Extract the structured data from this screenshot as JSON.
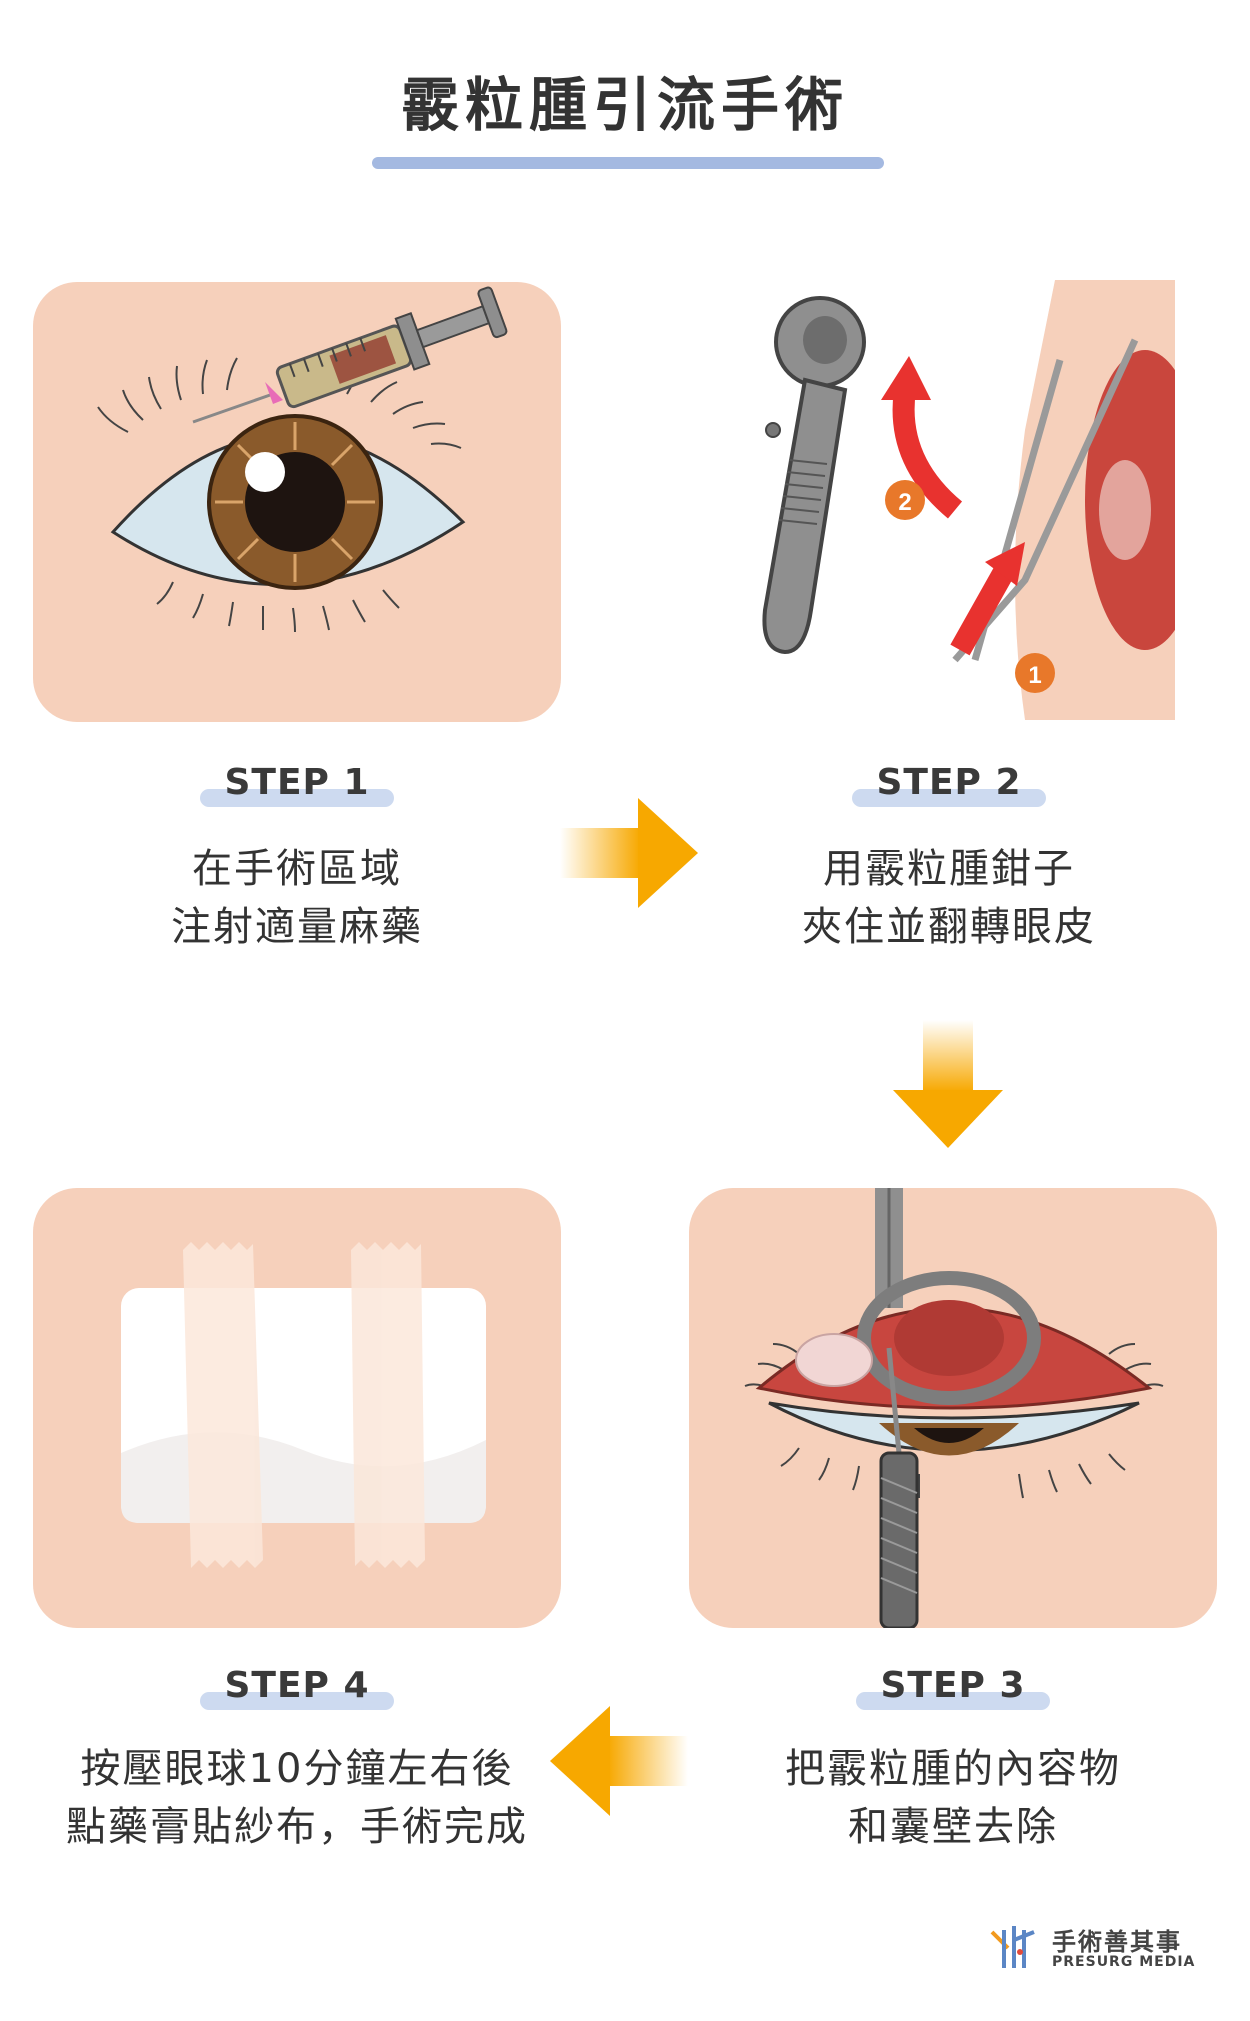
{
  "title": "霰粒腫引流手術",
  "steps": [
    {
      "label": "STEP 1",
      "line1": "在手術區域",
      "line2": "注射適量麻藥"
    },
    {
      "label": "STEP 2",
      "line1": "用霰粒腫鉗子",
      "line2": "夾住並翻轉眼皮",
      "marker1": "1",
      "marker2": "2"
    },
    {
      "label": "STEP 3",
      "line1": "把霰粒腫的內容物",
      "line2": "和囊壁去除"
    },
    {
      "label": "STEP 4",
      "line1": "按壓眼球10分鐘左右後",
      "line2": "點藥膏貼紗布，手術完成"
    }
  ],
  "brand": {
    "name_zh": "手術善其事",
    "name_en": "PRESURG MEDIA"
  },
  "colors": {
    "panel": "#f6d0bb",
    "accent": "#f7a800",
    "title_underline": "#a4b9e1",
    "marker": "#e8782a"
  },
  "icons": [
    "syringe-icon",
    "eye-icon",
    "chalazion-forceps-icon",
    "curette-icon",
    "gauze-pad-icon",
    "flow-arrow-icon",
    "brand-logo-icon"
  ]
}
